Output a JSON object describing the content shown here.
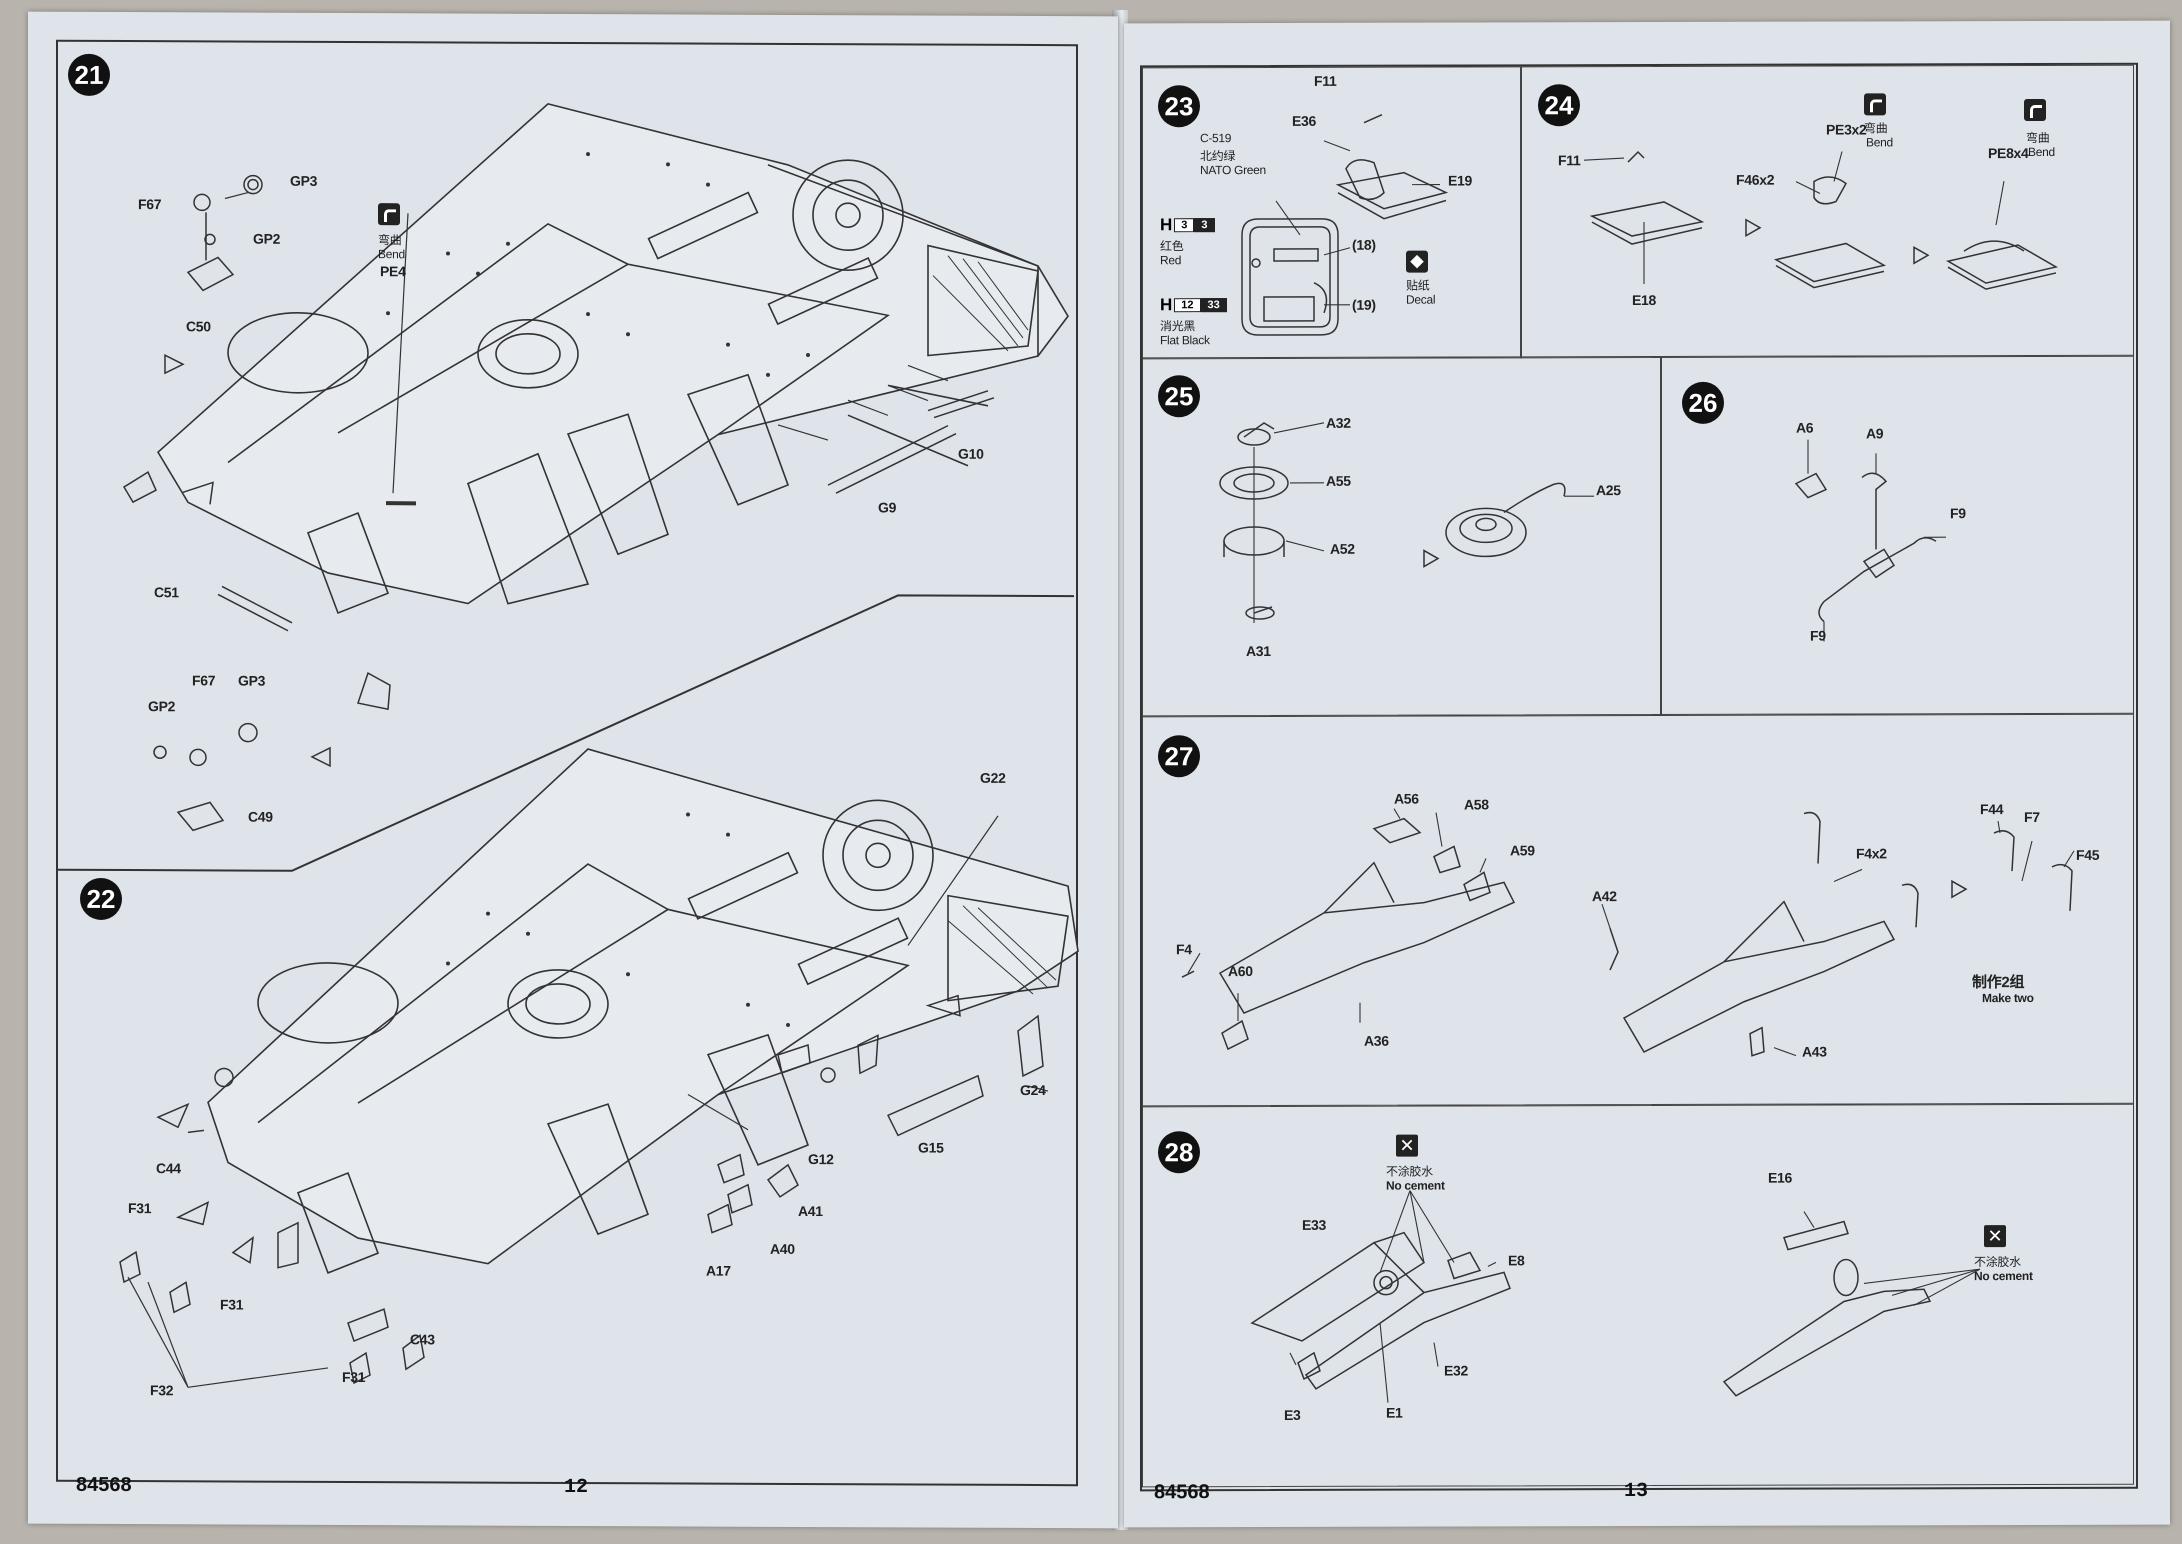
{
  "left_page": {
    "code": "84568",
    "page_number": "12",
    "steps": [
      {
        "number": "21",
        "labels": [
          "GP3",
          "F67",
          "GP2",
          "C50",
          "弯曲",
          "Bend",
          "PE4",
          "G10",
          "G9",
          "C51",
          "F67",
          "GP3",
          "GP2",
          "C49"
        ]
      },
      {
        "number": "22",
        "labels": [
          "G22",
          "G24",
          "G15",
          "G12",
          "A41",
          "A40",
          "A17",
          "C44",
          "F31",
          "F31",
          "F31",
          "C43",
          "F32"
        ]
      }
    ]
  },
  "right_page": {
    "code": "84568",
    "page_number": "13",
    "steps": [
      {
        "number": "23",
        "labels": [
          "F11",
          "E36",
          "E19",
          "C-519",
          "北约绿",
          "NATO Green",
          "H",
          "3",
          "3",
          "红色",
          "Red",
          "(18)",
          "H",
          "12",
          "33",
          "消光黑",
          "Flat Black",
          "(19)",
          "贴纸",
          "Decal"
        ]
      },
      {
        "number": "24",
        "labels": [
          "F11",
          "E18",
          "PE3x2",
          "弯曲",
          "Bend",
          "F46x2",
          "PE8x4",
          "弯曲",
          "Bend"
        ]
      },
      {
        "number": "25",
        "labels": [
          "A32",
          "A55",
          "A52",
          "A31",
          "A25"
        ]
      },
      {
        "number": "26",
        "labels": [
          "A6",
          "A9",
          "F9",
          "F9"
        ]
      },
      {
        "number": "27",
        "labels": [
          "A56",
          "A58",
          "A59",
          "F4",
          "A60",
          "A36",
          "F4x2",
          "A42",
          "A43",
          "F44",
          "F7",
          "F45",
          "制作2组",
          "Make two"
        ]
      },
      {
        "number": "28",
        "labels": [
          "不涂胶水",
          "No cement",
          "E33",
          "E8",
          "E3",
          "E1",
          "E32",
          "E16",
          "不涂胶水",
          "No cement"
        ]
      }
    ]
  },
  "colors": {
    "paper": "#dfe4ea",
    "ink": "#222222",
    "background": "#b8b4ad"
  }
}
